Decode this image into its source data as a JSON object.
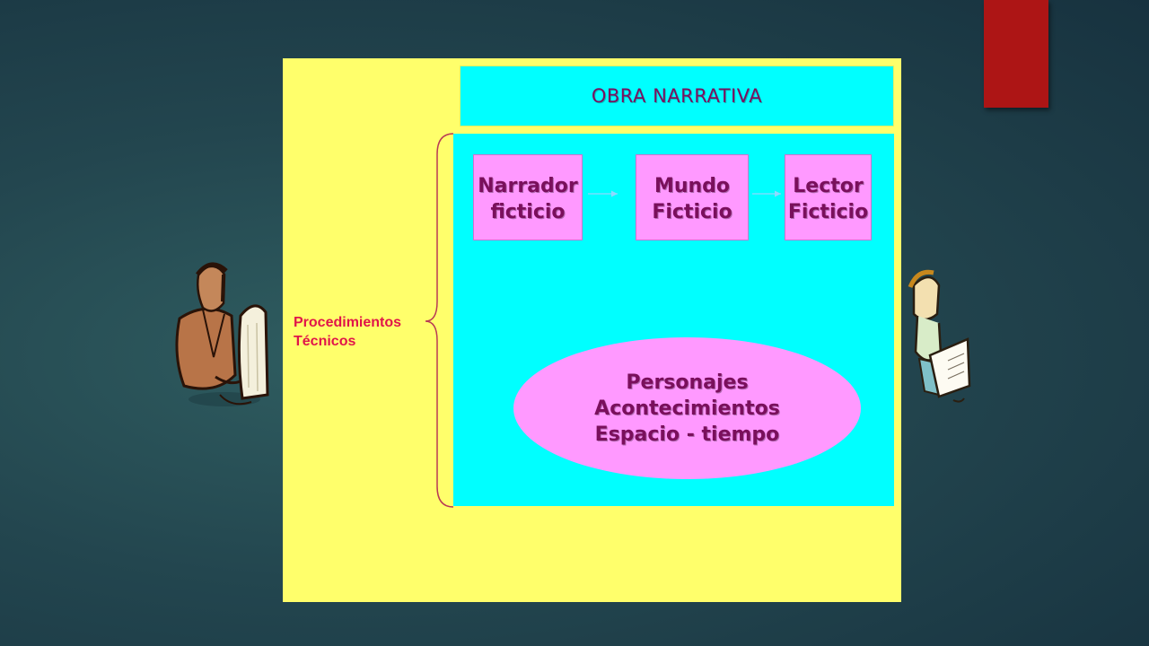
{
  "diagram": {
    "title": "OBRA NARRATIVA",
    "side_label": {
      "line1": "Procedimientos",
      "line2": "Técnicos"
    },
    "boxes": [
      {
        "line1": "Narrador",
        "line2": "ficticio"
      },
      {
        "line1": "Mundo",
        "line2": "Ficticio"
      },
      {
        "line1": "Lector",
        "line2": "Ficticio"
      }
    ],
    "oval": {
      "line1": "Personajes",
      "line2": "Acontecimientos",
      "line3": "Espacio - tiempo"
    }
  },
  "colors": {
    "panel": "#ffff6b",
    "cyan": "#00ffff",
    "pink": "#ff99ff",
    "text_dark": "#7a0f5c",
    "label_red": "#e0154a",
    "accent_red": "#ad1515"
  },
  "icons": {
    "left_clipart": "person-at-computer-icon",
    "right_clipart": "person-reading-book-icon"
  }
}
